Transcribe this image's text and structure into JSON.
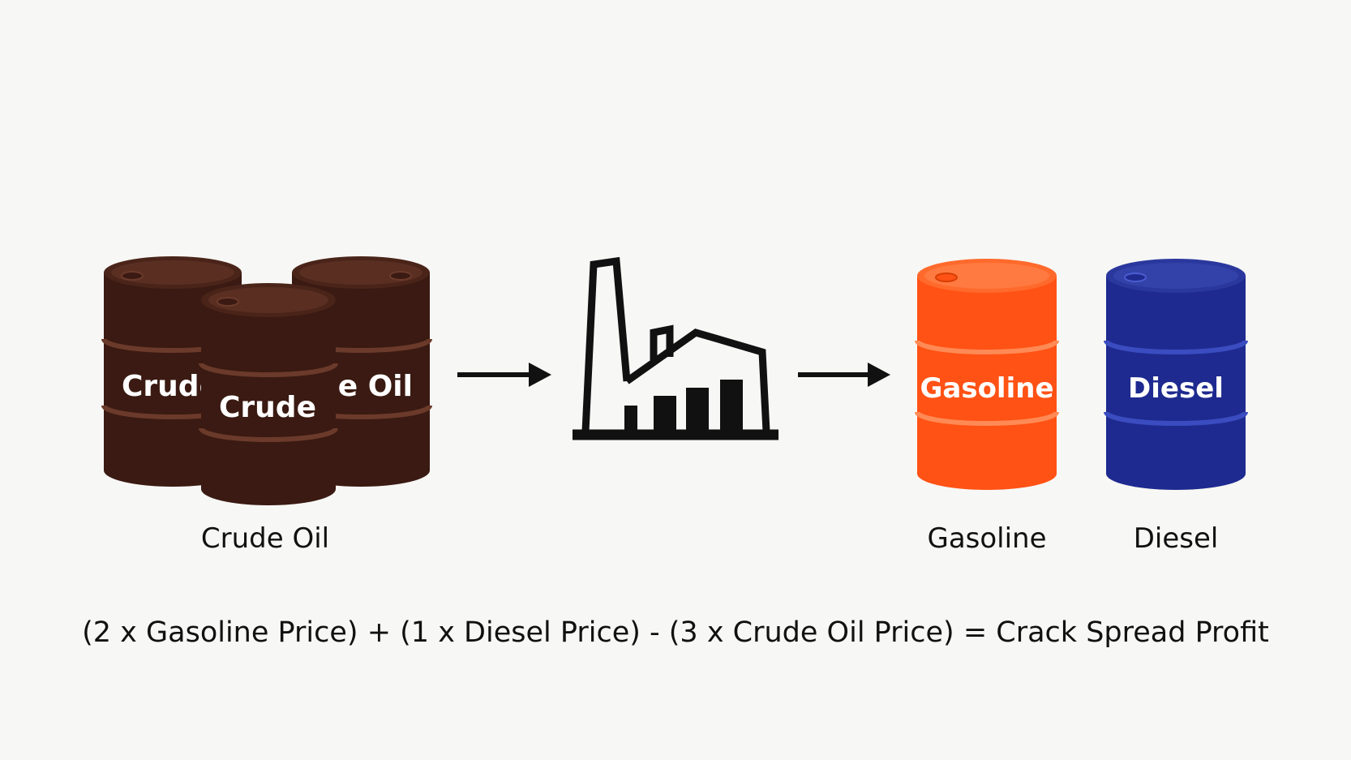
{
  "barrels": {
    "crude_back_left_text": "Crude",
    "crude_back_right_text": "de Oil",
    "crude_front_text": "Crude",
    "gasoline_text": "Gasoline",
    "diesel_text": "Diesel"
  },
  "labels": {
    "crude": "Crude Oil",
    "gasoline": "Gasoline",
    "diesel": "Diesel"
  },
  "formula": "(2 x Gasoline Price) + (1 x Diesel Price) - (3 x Crude Oil Price) = Crack Spread Profit",
  "colors": {
    "crude": "#3a1a12",
    "crude_band": "#6b3a2a",
    "gasoline": "#ff5214",
    "gasoline_band": "#ff8a55",
    "diesel": "#1e2a8f",
    "diesel_band": "#3a4cc0",
    "ink": "#111111"
  },
  "icons": [
    "right-arrow-icon",
    "refinery-factory-icon",
    "oil-barrel-icon"
  ]
}
